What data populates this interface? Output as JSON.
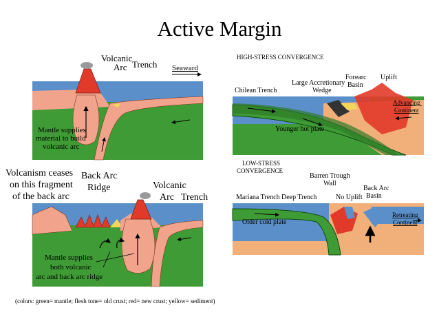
{
  "slide": {
    "title": "Active Margin"
  },
  "colors": {
    "ocean": "#5b8fc9",
    "mantle": "#3f9b35",
    "old_crust": "#f2a38c",
    "new_crust": "#e23a2a",
    "sediment": "#f2d65a",
    "continent_lr": "#f1b07a"
  },
  "left_top": {
    "volcanic_arc": [
      "Volcanic",
      "Arc"
    ],
    "trench": "Trench",
    "seaward": "Seaward",
    "mantle_note": [
      "Mantle supplies",
      "material to build",
      "volcanic arc"
    ]
  },
  "left_bottom": {
    "volcanism_note": [
      "Volcanism ceases",
      "on this fragment",
      "of the back arc"
    ],
    "back_arc_ridge": [
      "Back Arc",
      "Ridge"
    ],
    "volcanic_arc": [
      "Volcanic",
      "Arc"
    ],
    "trench": "Trench",
    "mantle_note": [
      "Mantle supplies",
      "both volcanic",
      "arc and back arc ridge"
    ]
  },
  "legend": "(colors: green= mantle; flesh tone= old crust; red= new crust; yellow= sediment)",
  "right_top": {
    "heading": "HIGH-STRESS CONVERGENCE",
    "chilean_trench": "Chilean Trench",
    "accretionary_wedge": [
      "Large Accretionary",
      "Wedge"
    ],
    "forearc_basin": [
      "Forearc",
      "Basin"
    ],
    "uplift": "Uplift",
    "advancing_continent": [
      "Advancing",
      "Continent"
    ],
    "younger_plate": "Younger hot plate"
  },
  "right_bottom": {
    "heading": [
      "LOW-STRESS",
      "CONVERGENCE"
    ],
    "barren_trough": [
      "Barren Trough",
      "Wall"
    ],
    "mariana_trench": "Mariana Trench",
    "deep_trench": "Deep Trench",
    "no_uplift": "No Uplift",
    "back_arc_basin": [
      "Back Arc",
      "Basin"
    ],
    "retreating_continent": [
      "Retreating",
      "Continent"
    ],
    "older_plate": "Older cold plate"
  }
}
